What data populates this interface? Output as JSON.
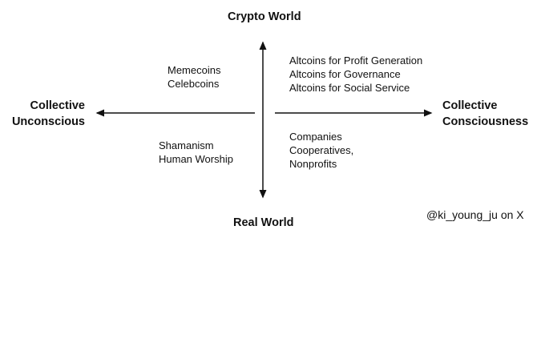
{
  "axes": {
    "top": "Crypto World",
    "bottom": "Real World",
    "left": [
      "Collective",
      "Unconscious"
    ],
    "right": [
      "Collective",
      "Consciousness"
    ]
  },
  "quadrants": {
    "top_left": [
      "Memecoins",
      "Celebcoins"
    ],
    "top_right": [
      "Altcoins for Profit Generation",
      "Altcoins for Governance",
      "Altcoins for Social Service"
    ],
    "bottom_left": [
      "Shamanism",
      "Human Worship"
    ],
    "bottom_right": [
      "Companies",
      "Cooperatives,",
      "Nonprofits"
    ]
  },
  "credit": "@ki_young_ju on X"
}
